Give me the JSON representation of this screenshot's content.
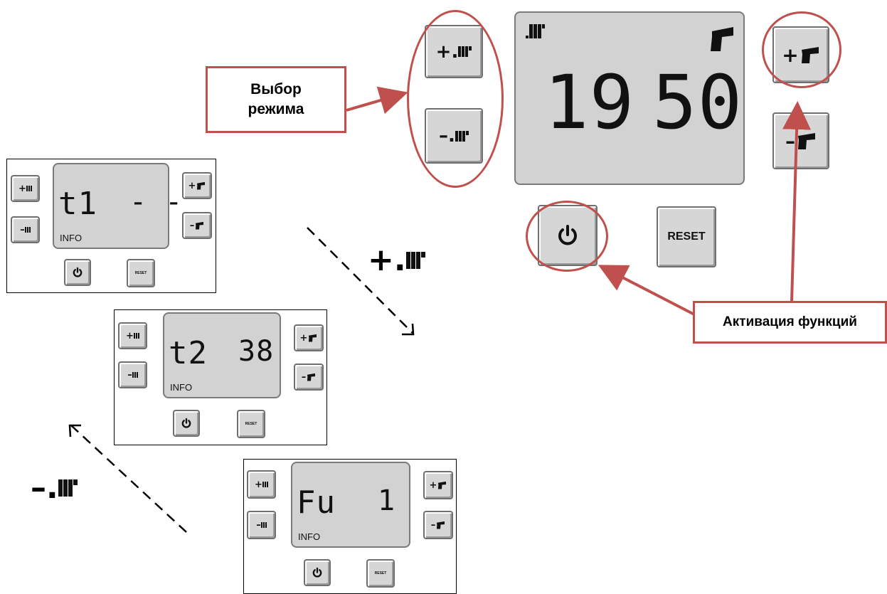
{
  "main_panel": {
    "display": {
      "left_value": "19",
      "right_value": "50"
    },
    "buttons": {
      "plus_heating_sign": "+.",
      "minus_heating_sign": "–.",
      "plus_dhw_sign": "+",
      "minus_dhw_sign": "–",
      "reset_label": "RESET"
    }
  },
  "annotations": {
    "mode_select": "Выбор режима",
    "function_activation": "Активация функций"
  },
  "step_panels": [
    {
      "code": "t1",
      "value": "- -",
      "info_label": "INFO",
      "reset_label": "RESET"
    },
    {
      "code": "t2",
      "value": "38",
      "info_label": "INFO",
      "reset_label": "RESET"
    },
    {
      "code": "Fu",
      "value": "1",
      "info_label": "INFO",
      "reset_label": "RESET"
    }
  ],
  "navigation": {
    "forward_sign": "+.",
    "backward_sign": "–."
  },
  "colors": {
    "annotation_red": "#c0504d",
    "lcd_background": "#d2d2d2",
    "button_background": "#d6d6d6"
  }
}
